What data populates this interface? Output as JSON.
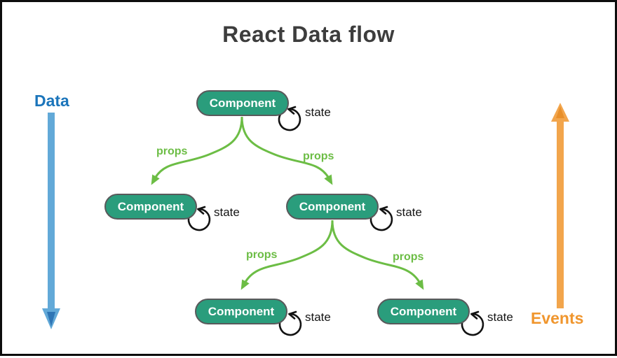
{
  "title": "React Data flow",
  "legend": {
    "data_label": "Data",
    "data_direction": "down",
    "events_label": "Events",
    "events_direction": "up"
  },
  "nodes": [
    {
      "id": "root",
      "label": "Component",
      "state_label": "state"
    },
    {
      "id": "child-left",
      "label": "Component",
      "state_label": "state"
    },
    {
      "id": "child-right",
      "label": "Component",
      "state_label": "state"
    },
    {
      "id": "grandchild-left",
      "label": "Component",
      "state_label": "state"
    },
    {
      "id": "grandchild-right",
      "label": "Component",
      "state_label": "state"
    }
  ],
  "edges": [
    {
      "from": "root",
      "to": "child-left",
      "label": "props"
    },
    {
      "from": "root",
      "to": "child-right",
      "label": "props"
    },
    {
      "from": "child-right",
      "to": "grandchild-left",
      "label": "props"
    },
    {
      "from": "child-right",
      "to": "grandchild-right",
      "label": "props"
    }
  ],
  "colors": {
    "node_fill": "#2a9d7c",
    "node_border": "#59595b",
    "node_text": "#ffffff",
    "props_green": "#6cbd45",
    "data_text_blue": "#1b75bb",
    "data_arrow_blue": "#62a9d8",
    "data_arrow_inner_blue": "#2e75b5",
    "events_text_orange": "#f0962e",
    "events_arrow_orange": "#f2a54c",
    "events_arrow_inner_orange": "#e88f2a",
    "state_loop_black": "#131313",
    "title_color": "#3d3d3d"
  }
}
